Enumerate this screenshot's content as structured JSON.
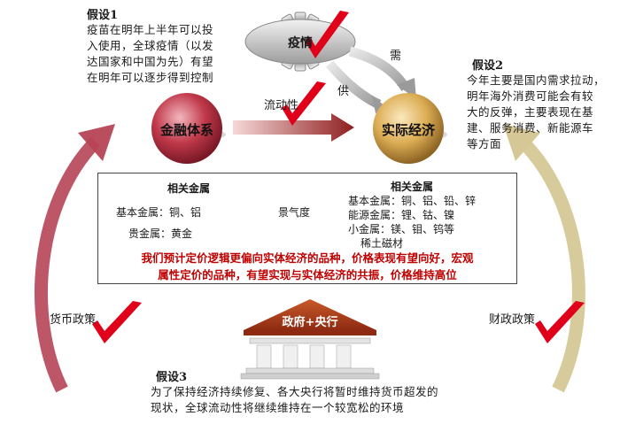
{
  "hypothesis1": {
    "title": "假设1",
    "lines": [
      "疫苗在明年上半年可以投",
      "入使用，全球疫情（以发",
      "达国家和中国为先）有望",
      "在明年可以逐步得到控制"
    ]
  },
  "hypothesis2": {
    "title": "假设2",
    "lines": [
      "今年主要是国内需求拉动，",
      "明年海外消费可能会有较",
      "大的反弹，主要表现在基",
      "建、服务消费、新能源车",
      "等方面"
    ]
  },
  "hypothesis3": {
    "title": "假设3",
    "lines": [
      "为了保持经济持续修复、各大央行将暂时维持货币超发的",
      "现状，全球流动性将继续维持在一个较宽松的环境"
    ]
  },
  "nodes": {
    "pandemic": "疫情",
    "finance": "金融体系",
    "real_economy": "实际经济",
    "government": "政府+央行"
  },
  "arrows": {
    "liquidity": "流动性",
    "demand": "需",
    "supply": "供",
    "sentiment": "景气度",
    "monetary_policy": "货币政策",
    "fiscal_policy": "财政政策"
  },
  "metals_left": {
    "title": "相关金属",
    "base": "基本金属：铜、铝",
    "precious": "贵金属：黄金"
  },
  "metals_right": {
    "title": "相关金属",
    "lines": [
      "基本金属：铜、铝、铅、锌",
      "能源金属：锂、钴、镍",
      "小金属：镁、钼、钨等",
      "稀土磁材"
    ]
  },
  "conclusion": {
    "lines": [
      "我们预计定价逻辑更偏向实体经济的品种，价格表现有望向好，宏观",
      "属性定价的品种，有望实现与实体经济的共振，价格维持高位"
    ]
  },
  "colors": {
    "finance_circle": "#c0394a",
    "real_circle": "#e0b35a",
    "left_arrow": "#b03a4a",
    "right_arrow": "#cfbf8a",
    "check": "#e0001a",
    "conclusion_text": "#c00000"
  }
}
